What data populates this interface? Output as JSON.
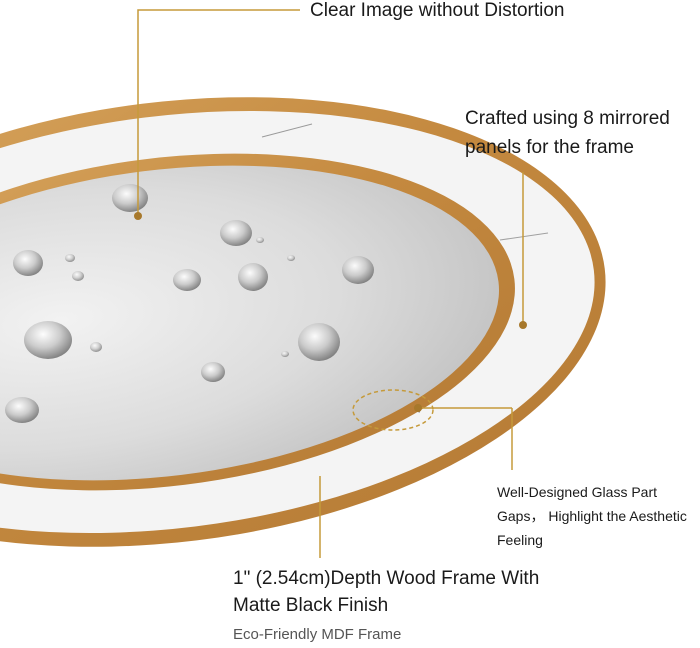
{
  "annotations": {
    "clear_image": "Clear Image without Distortion",
    "crafted": "Crafted using 8 mirrored panels for the frame",
    "gaps": "Well-Designed Glass Part Gaps， Highlight the Aesthetic Feeling",
    "depth": "1\" (2.54cm)Depth Wood Frame With Matte Black Finish",
    "eco": "Eco-Friendly MDF Frame"
  },
  "colors": {
    "frame_gold": "#c8934a",
    "callout_line": "#c59a3a",
    "mirror_glass": "#d9d9d9",
    "mirror_panel": "#f3f3f3",
    "label_text": "#1a1a1a"
  }
}
